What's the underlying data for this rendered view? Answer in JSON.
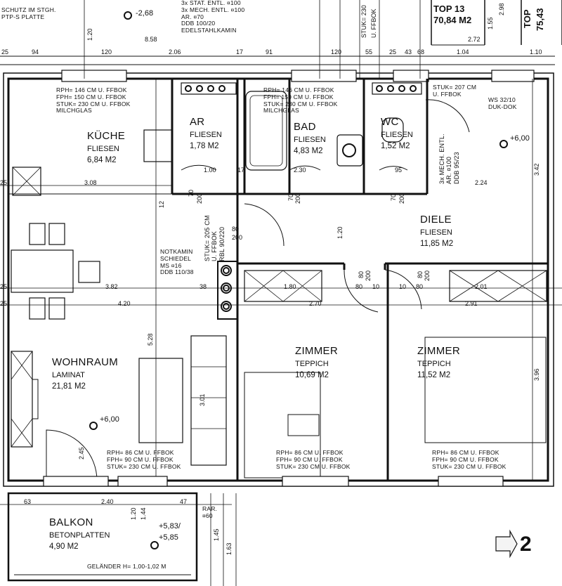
{
  "top_labels": {
    "stgh_note": "SCHUTZ IM STGH.\nPTP-S PLATTE",
    "entl_note": "3x STAT. ENTL. ¤100\n3x MECH. ENTL. ¤100\nAR. ¤70\nDDB 100/20\nEDELSTAHLKAMIN",
    "elev_top": "-2,68",
    "top13": "TOP 13",
    "top13_area": "70,84 M2",
    "top_right_partial": "TOP",
    "top_right_area": "75,43",
    "stuk_230": "STUK= 230",
    "u_ffbok": "U. FFBOK"
  },
  "rooms": {
    "kueche": {
      "name": "KÜCHE",
      "material": "FLIESEN",
      "area": "6,84 M2"
    },
    "ar": {
      "name": "AR",
      "material": "FLIESEN",
      "area": "1,78 M2"
    },
    "bad": {
      "name": "BAD",
      "material": "FLIESEN",
      "area": "4,83 M2"
    },
    "wc": {
      "name": "WC",
      "material": "FLIESEN",
      "area": "1,52 M2"
    },
    "diele": {
      "name": "DIELE",
      "material": "FLIESEN",
      "area": "11,85 M2"
    },
    "wohnraum": {
      "name": "WOHNRAUM",
      "material": "LAMINAT",
      "area": "21,81 M2"
    },
    "zimmer1": {
      "name": "ZIMMER",
      "material": "TEPPICH",
      "area": "10,69 M2"
    },
    "zimmer2": {
      "name": "ZIMMER",
      "material": "TEPPICH",
      "area": "11,52 M2"
    },
    "balkon": {
      "name": "BALKON",
      "material": "BETONPLATTEN",
      "area": "4,90 M2"
    }
  },
  "notes": {
    "kueche_window": "RPH= 146 CM U. FFBOK\nFPH= 150 CM U. FFBOK\nSTUK= 230 CM U. FFBOK\nMILCHGLAS",
    "bad_window": "RPH= 146 CM U. FFBOK\nFPH= 150 CM U. FFBOK\nSTUK= 230 CM U. FFBOK\nMILCHGLAS",
    "diele_stuk": "STUK= 207 CM\nU. FFBOK",
    "ws": "WS 32/10\nDUK-DOK",
    "wc_mech": "3x MECH. ENTL.\nAR. ¤100\nDDB 95/23",
    "notkamin": "NOTKAMIN\nSCHIEDEL\nMS ¤16\nDDB 110/38",
    "stuk_notkamin": "STUK= 205 CM\nU. FFBOK\nRBL 90/220",
    "wohn_window": "RPH= 86 CM U. FFBOK\nFPH= 90 CM U. FFBOK\nSTUK= 230 CM U. FFBOK",
    "z1_window": "RPH= 86 CM U. FFBOK\nFPH= 90 CM U. FFBOK\nSTUK= 230 CM U. FFBOK",
    "z2_window": "RPH= 86 CM U. FFBOK\nFPH= 90 CM U. FFBOK\nSTUK= 230 CM U. FFBOK",
    "gelaender": "GELÄNDER H= 1,00-1,02 M",
    "rar": "RAR.\n¤60"
  },
  "elevations": {
    "diele": "+6,00",
    "wohn": "+6,00",
    "balkon1": "+5,83/",
    "balkon2": "+5,85"
  },
  "dims_top": [
    "25",
    "94",
    "120",
    "8.58",
    "2.06",
    "17",
    "91",
    "120",
    "55",
    "25",
    "43",
    "68",
    "1.04",
    "2.72",
    "1.10"
  ],
  "dims_h": [
    "3.08",
    "2.30",
    "2.24",
    "3.82",
    "4.20",
    "1.80",
    "2.70",
    "2.01",
    "2.91",
    "63",
    "2.40",
    "47",
    "1.00",
    "95",
    "25",
    "25",
    "25"
  ],
  "dims_v": [
    "5.28",
    "3.01",
    "3.96",
    "3.42",
    "1.63",
    "1.45",
    "1.20",
    "1.44",
    "1.20",
    "2.45",
    "1.20",
    "1.55",
    "2.98"
  ],
  "door_dims": [
    "70",
    "200",
    "80",
    "200",
    "80",
    "200",
    "80",
    "200",
    "70",
    "200",
    "70",
    "200",
    "10",
    "80",
    "80",
    "10",
    "17",
    "12",
    "38"
  ],
  "stair_ref": "2",
  "colors": {
    "line": "#111111",
    "hatch": "#333333",
    "fill": "#e6e6e6"
  }
}
